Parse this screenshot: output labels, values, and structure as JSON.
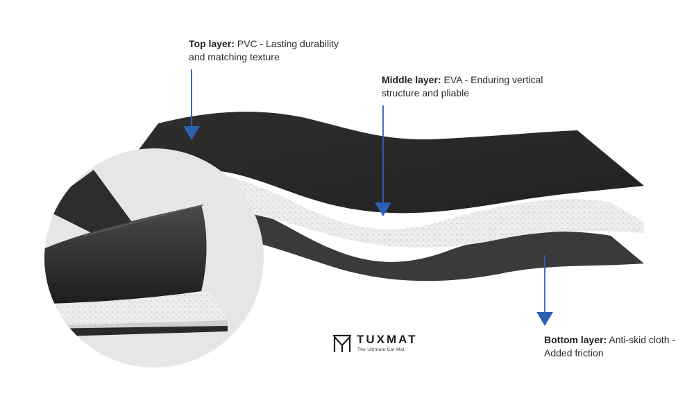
{
  "callouts": {
    "top": {
      "title": "Top layer:",
      "text": "PVC - Lasting durability and matching texture"
    },
    "middle": {
      "title": "Middle layer:",
      "text": "EVA - Enduring vertical structure and pliable"
    },
    "bottom": {
      "title": "Bottom layer:",
      "text": "Anti-skid cloth - Added friction"
    }
  },
  "logo": {
    "brand": "TUXMAT",
    "tagline": "The Ultimate Car Mat"
  },
  "colors": {
    "arrow": "#2f5fb3",
    "top_layer": "#2b2b2b",
    "middle_layer": "#e9e9e9",
    "bottom_layer": "#3a3a3a",
    "inset_circle": "#e6e6e6"
  }
}
